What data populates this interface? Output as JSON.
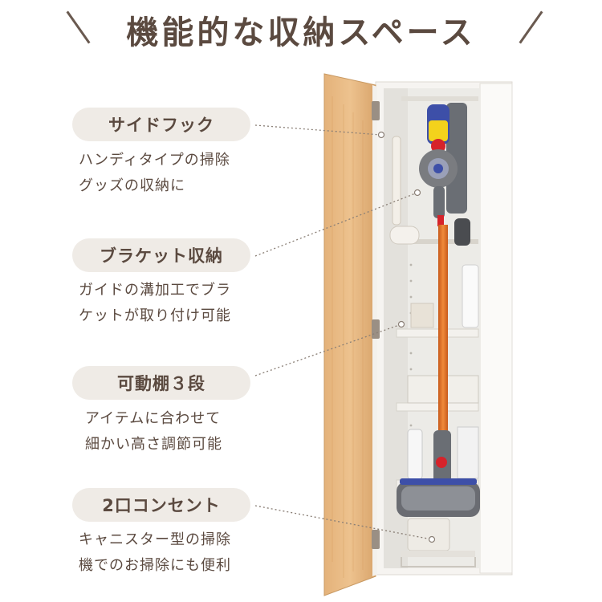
{
  "title": "機能的な収納スペース",
  "features": [
    {
      "label": "サイドフック",
      "desc": [
        "ハンディタイプの掃除",
        "グッズの収納に"
      ]
    },
    {
      "label": "ブラケット収納",
      "desc": [
        "ガイドの溝加工でブラ",
        "ケットが取り付け可能"
      ]
    },
    {
      "label": "可動棚３段",
      "desc": [
        "アイテムに合わせて",
        "細かい高さ調節可能"
      ]
    },
    {
      "label": "2口コンセント",
      "desc": [
        "キャニスター型の掃除",
        "機でのお掃除にも便利"
      ]
    }
  ]
}
